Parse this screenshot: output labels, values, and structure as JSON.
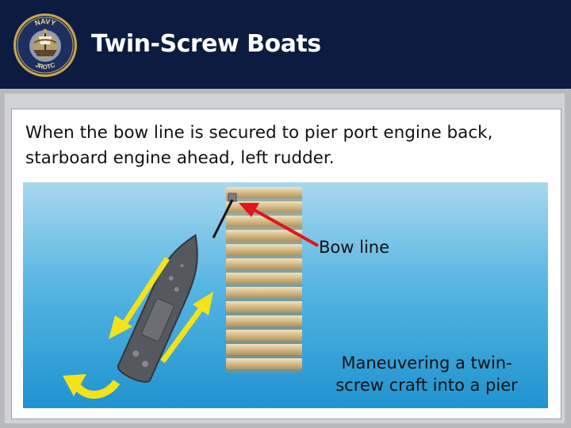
{
  "header": {
    "title": "Twin-Screw Boats",
    "seal": {
      "top_text": "NAVY",
      "bottom_text": "JROTC"
    }
  },
  "body": {
    "text": "When the bow line is secured to pier port engine back, starboard engine ahead, left rudder."
  },
  "diagram": {
    "bow_line_label": "Bow line",
    "caption": "Maneuvering a twin-screw craft into a pier",
    "colors": {
      "water": "#2a9fd8",
      "pier": "#d9bf8c",
      "hull": "#54575b",
      "thrust_arrow": "#f4e21a",
      "callout_arrow": "#e0161a"
    }
  }
}
